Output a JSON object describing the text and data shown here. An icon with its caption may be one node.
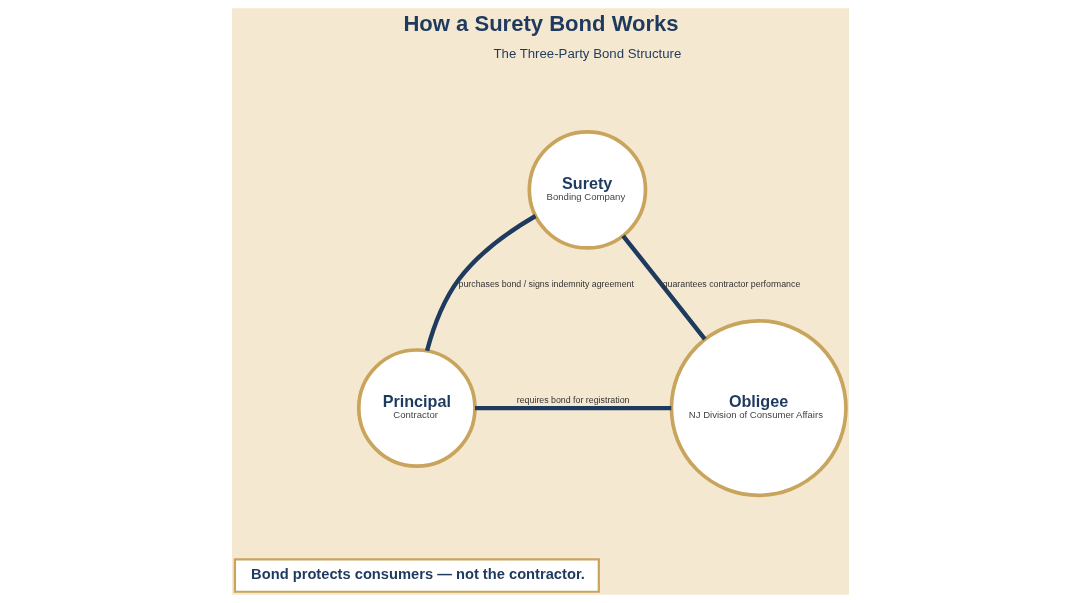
{
  "diagram": {
    "title": "How a Surety Bond Works",
    "nodes": [
      {
        "text": [
          "Surety",
          "Bonding Company"
        ]
      },
      {
        "text": [
          "Principal",
          "Contractor"
        ]
      },
      {
        "text": [
          "Obligee",
          "NJ Division of Consumer Affairs"
        ]
      }
    ],
    "edges": [
      {
        "from": 1,
        "to": 0,
        "arrow": "none",
        "label": "purchases bond / signs indemnity agreement"
      },
      {
        "from": 0,
        "to": 2,
        "arrow": "none",
        "label": "guarantees contractor performance"
      },
      {
        "from": 1,
        "to": 2,
        "arrow": "none",
        "label": "requires bond for registration"
      }
    ],
    "labels": [
      "The Three-Party Bond Structure",
      "Bond protects consumers — not the contractor."
    ]
  }
}
